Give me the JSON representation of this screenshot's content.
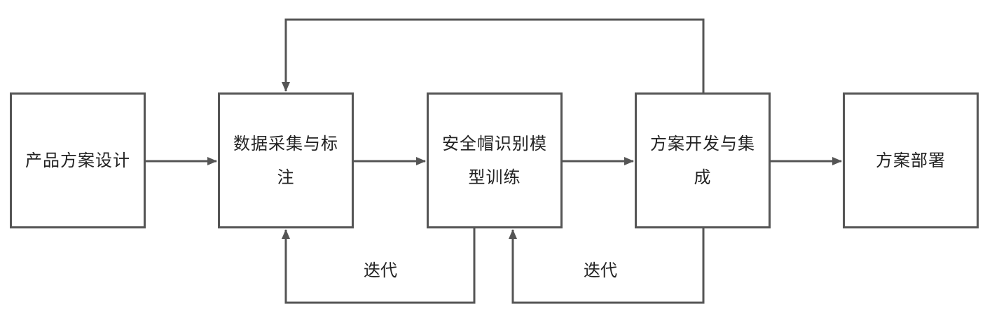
{
  "nodes": [
    {
      "id": "product_design",
      "label": "产品方案设计"
    },
    {
      "id": "data_collection",
      "label": "数据采集与标注"
    },
    {
      "id": "model_training",
      "label": "安全帽识别模型训练"
    },
    {
      "id": "integration",
      "label": "方案开发与集成"
    },
    {
      "id": "deployment",
      "label": "方案部署"
    }
  ],
  "edges": [
    {
      "from": "product_design",
      "to": "data_collection"
    },
    {
      "from": "data_collection",
      "to": "model_training"
    },
    {
      "from": "model_training",
      "to": "integration"
    },
    {
      "from": "integration",
      "to": "deployment"
    },
    {
      "from": "integration",
      "to": "data_collection",
      "label": ""
    },
    {
      "from": "model_training",
      "to": "data_collection",
      "label": "迭代"
    },
    {
      "from": "integration",
      "to": "model_training",
      "label": "迭代"
    }
  ],
  "colors": {
    "line": "#555555",
    "text": "#222222",
    "background": "#ffffff"
  }
}
